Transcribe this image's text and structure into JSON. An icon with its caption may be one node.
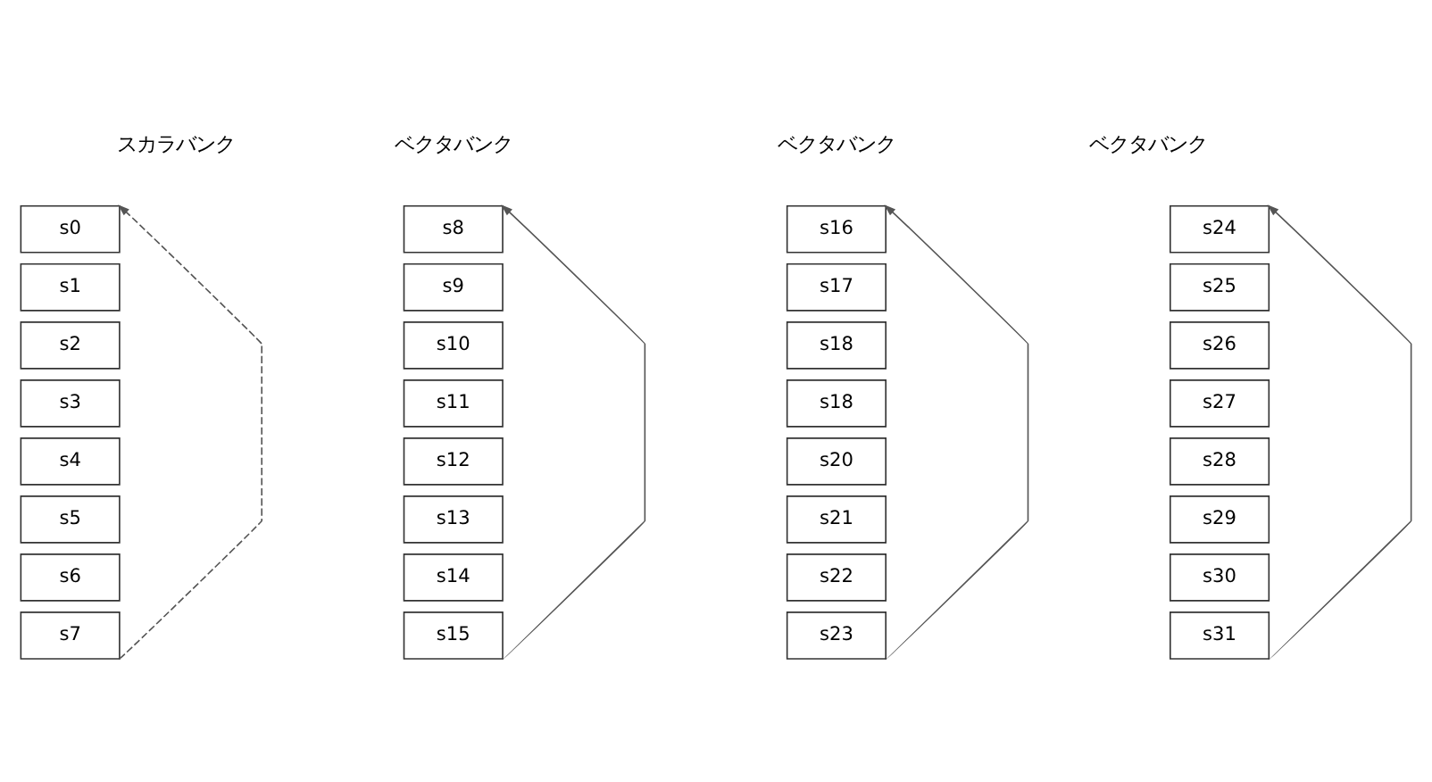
{
  "diagram": {
    "nodes": [
      {
        "text": [
          "s0"
        ]
      },
      {
        "text": [
          "s1"
        ]
      },
      {
        "text": [
          "s2"
        ]
      },
      {
        "text": [
          "s3"
        ]
      },
      {
        "text": [
          "s4"
        ]
      },
      {
        "text": [
          "s5"
        ]
      },
      {
        "text": [
          "s6"
        ]
      },
      {
        "text": [
          "s7"
        ]
      },
      {
        "text": [
          "s8"
        ]
      },
      {
        "text": [
          "s9"
        ]
      },
      {
        "text": [
          "s10"
        ]
      },
      {
        "text": [
          "s11"
        ]
      },
      {
        "text": [
          "s12"
        ]
      },
      {
        "text": [
          "s13"
        ]
      },
      {
        "text": [
          "s14"
        ]
      },
      {
        "text": [
          "s15"
        ]
      },
      {
        "text": [
          "s16"
        ]
      },
      {
        "text": [
          "s17"
        ]
      },
      {
        "text": [
          "s18"
        ]
      },
      {
        "text": [
          "s18"
        ]
      },
      {
        "text": [
          "s20"
        ]
      },
      {
        "text": [
          "s21"
        ]
      },
      {
        "text": [
          "s22"
        ]
      },
      {
        "text": [
          "s23"
        ]
      },
      {
        "text": [
          "s24"
        ]
      },
      {
        "text": [
          "s25"
        ]
      },
      {
        "text": [
          "s26"
        ]
      },
      {
        "text": [
          "s27"
        ]
      },
      {
        "text": [
          "s28"
        ]
      },
      {
        "text": [
          "s29"
        ]
      },
      {
        "text": [
          "s30"
        ]
      },
      {
        "text": [
          "s31"
        ]
      }
    ],
    "edges": [
      {
        "from": 7,
        "to": 0,
        "arrow": "to",
        "style": "dashed"
      },
      {
        "from": 15,
        "to": 8,
        "arrow": "to"
      },
      {
        "from": 23,
        "to": 16,
        "arrow": "to"
      },
      {
        "from": 31,
        "to": 24,
        "arrow": "to"
      }
    ],
    "labels": [
      "スカラバンク",
      "ベクタバンク",
      "ベクタバンク",
      "ベクタバンク"
    ]
  }
}
